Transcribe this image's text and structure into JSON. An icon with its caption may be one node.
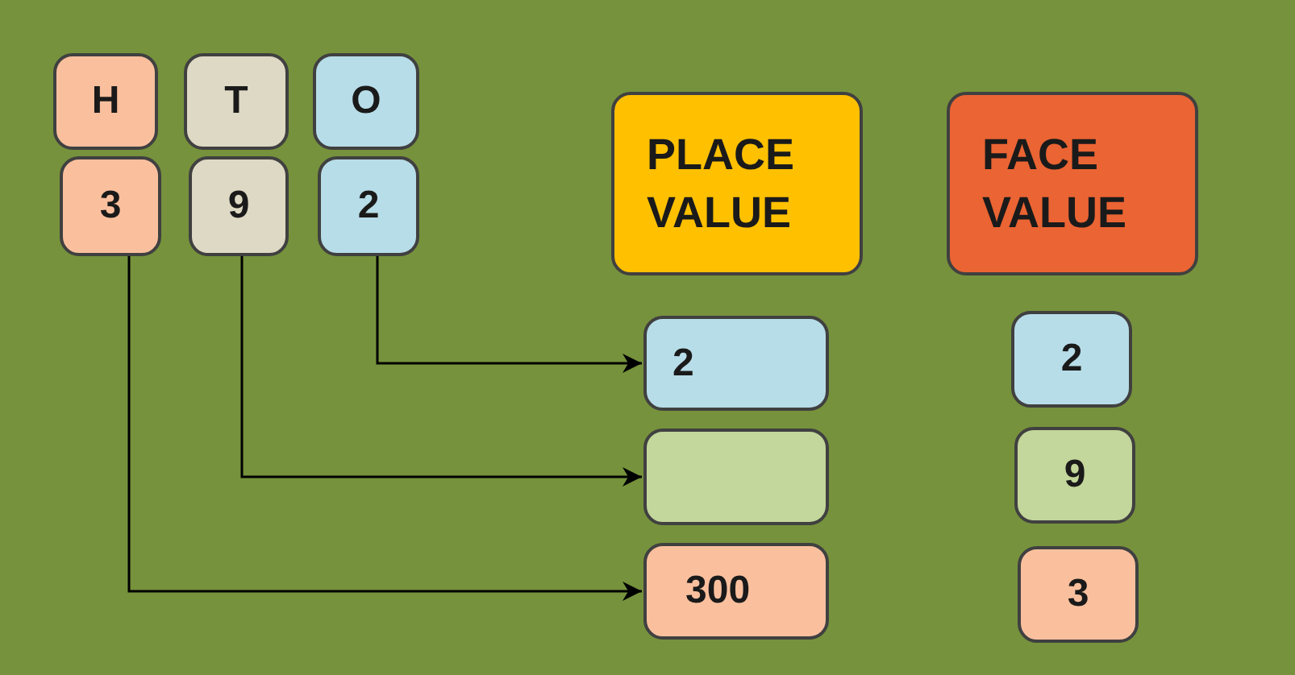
{
  "diagram": {
    "nodes": [
      {
        "text": [
          "H"
        ]
      },
      {
        "text": [
          "T"
        ]
      },
      {
        "text": [
          "O"
        ]
      },
      {
        "text": [
          "3"
        ]
      },
      {
        "text": [
          "9"
        ]
      },
      {
        "text": [
          "2"
        ]
      },
      {
        "text": [
          "PLACE VALUE"
        ]
      },
      {
        "text": [
          "FACE VALUE"
        ]
      },
      {
        "text": [
          "2"
        ]
      },
      {
        "text": [],
        "shape": "box"
      },
      {
        "text": [
          "300"
        ]
      },
      {
        "text": [
          "2"
        ]
      },
      {
        "text": [
          "9"
        ]
      },
      {
        "text": [
          "3"
        ]
      }
    ],
    "edges": [
      {
        "from": 5,
        "to": 8,
        "arrow": "to"
      },
      {
        "from": 4,
        "to": 9,
        "arrow": "to"
      },
      {
        "from": 3,
        "to": 10,
        "arrow": "to"
      }
    ]
  }
}
